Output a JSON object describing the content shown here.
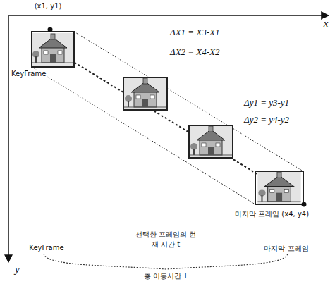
{
  "diagram": {
    "labels": [
      "x",
      "(x1, y1)",
      "ΔX1 = X3-X1",
      "ΔX2 = X4-X2",
      "KeyFrame",
      "Δy1 = y3-y1",
      "Δy2 = y4-y2",
      "마지막 프레임 (x4, y4)",
      "y",
      "KeyFrame",
      "선택한 프레임의 현재 시간 t",
      "마지막 프레임",
      "총 이동시간 T"
    ]
  }
}
